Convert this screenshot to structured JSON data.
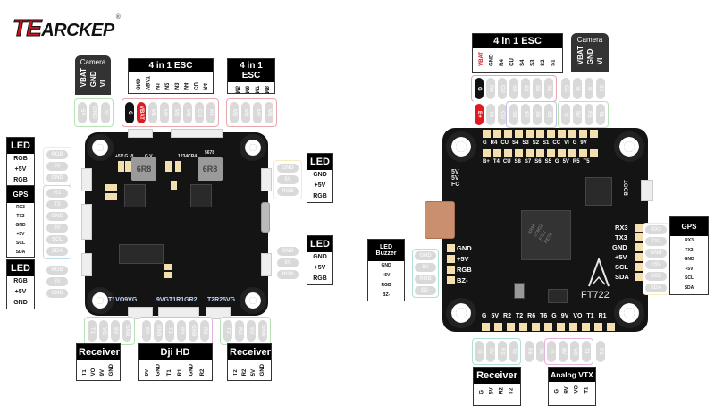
{
  "brand": {
    "logo_te": "TE",
    "logo_rest": "ARCKEP",
    "reg_mark": "®"
  },
  "left_board": {
    "camera": {
      "title": "Camera",
      "pins": [
        "VBAT",
        "GND",
        "VI"
      ]
    },
    "camera_pills": [
      "5V",
      "GND",
      "VI"
    ],
    "esc1": {
      "title": "4 in 1 ESC",
      "pins": [
        "GND",
        "VBAT",
        "M1",
        "M2",
        "M3",
        "M4",
        "CU",
        "R4"
      ]
    },
    "esc1_pills": [
      "G",
      "VBAT",
      "M1",
      "M2",
      "M3",
      "M4",
      "CU",
      "R4"
    ],
    "esc2": {
      "title": "4 in 1 ESC",
      "pins": [
        "M5",
        "M6",
        "M7",
        "M8"
      ]
    },
    "esc2_pills": [
      "M5",
      "M6",
      "M7",
      "M8"
    ],
    "led_top_left": {
      "title": "LED",
      "rows": [
        "RGB",
        "+5V",
        "RGB"
      ]
    },
    "led_top_left_pills": [
      "RGB",
      "5V",
      "GND"
    ],
    "gps": {
      "title": "GPS",
      "rows": [
        "RX3",
        "TX3",
        "GND",
        "+5V",
        "SCL",
        "SDA"
      ]
    },
    "gps_pills": [
      "R3",
      "T3",
      "GND",
      "5V",
      "SCL",
      "SDA"
    ],
    "led_bottom_left": {
      "title": "LED",
      "rows": [
        "RGB",
        "+5V",
        "GND"
      ]
    },
    "led_bottom_left_pills": [
      "RGB",
      "5V",
      "GND"
    ],
    "led_right_top": {
      "title": "LED",
      "rows": [
        "GND",
        "+5V",
        "RGB"
      ]
    },
    "led_right_top_pills": [
      "GND",
      "5V",
      "RGB"
    ],
    "led_right_bottom": {
      "title": "LED",
      "rows": [
        "GND",
        "+5V",
        "RGB"
      ]
    },
    "led_right_bottom_pills": [
      "GND",
      "5V",
      "RGB"
    ],
    "receiver1": {
      "title": "Receiver",
      "pins": [
        "T1",
        "VO",
        "9V",
        "GND"
      ]
    },
    "receiver1_pills": [
      "T1",
      "VO",
      "9V",
      "GND"
    ],
    "dji": {
      "title": "Dji HD",
      "pins": [
        "9V",
        "GND",
        "T1",
        "R1",
        "GND",
        "R2"
      ]
    },
    "dji_pills": [
      "9V",
      "GND",
      "T1",
      "R1",
      "GND",
      "R2"
    ],
    "receiver2": {
      "title": "Receiver",
      "pins": [
        "T2",
        "R2",
        "5V",
        "GND"
      ]
    },
    "receiver2_pills": [
      "T2",
      "R2",
      "5V",
      "GND"
    ],
    "silk": {
      "top_left": "+5V G VI",
      "top_mid": "G V",
      "top_right": "1234CR4",
      "top_far": "5678",
      "inductor": "6R8",
      "left_upper": [
        "RGB",
        "+5V",
        "GND"
      ],
      "left_mid": [
        "R3",
        "T3",
        "GND",
        "5V",
        "SCL",
        "SDA"
      ],
      "left_lower": [
        "RGB",
        "+5V",
        "GND"
      ],
      "right_lower": [
        "GND",
        "+5V",
        "RGB"
      ],
      "bottom": [
        "T1VO9VG",
        "9VGT1R1GR2",
        "T2R25VG"
      ]
    }
  },
  "right_board": {
    "esc": {
      "title": "4 in 1 ESC",
      "pins": [
        "VBAT",
        "GND",
        "R4",
        "CU",
        "S4",
        "S3",
        "S2",
        "S1"
      ]
    },
    "camera": {
      "title": "Camera",
      "pins": [
        "VBAT",
        "GND",
        "VI"
      ]
    },
    "top_pills_row1": [
      "G",
      "R4",
      "CU",
      "S4",
      "S3",
      "S2",
      "S1",
      "CC",
      "VI",
      "G",
      "9V"
    ],
    "top_pills_row2": [
      "B+",
      "T4",
      "CU",
      "S8",
      "S7",
      "S6",
      "S5",
      "G",
      "5V",
      "R5",
      "T5"
    ],
    "pad_labels_row1": [
      "G",
      "R4",
      "CU",
      "S4",
      "S3",
      "S2",
      "S1",
      "CC",
      "VI",
      "G",
      "9V"
    ],
    "pad_labels_row2": [
      "B+",
      "T4",
      "CU",
      "S8",
      "S7",
      "S6",
      "S5",
      "G",
      "5V",
      "R5",
      "T5"
    ],
    "usb_labels": [
      "5V",
      "5V",
      "FC"
    ],
    "boot_label": "BOOT",
    "mcu_text": [
      "ARM",
      "STM32",
      "F722",
      "RET6"
    ],
    "model": "FT722",
    "led_buzzer": {
      "title": "LED  Buzzer",
      "rows": [
        "GND",
        "+5V",
        "RGB",
        "BZ-"
      ]
    },
    "led_buzzer_pills": [
      "GND",
      "5V",
      "RGB",
      "BZ-"
    ],
    "led_buzzer_pads": [
      "GND",
      "+5V",
      "RGB",
      "BZ-"
    ],
    "gps": {
      "title": "GPS",
      "rows": [
        "RX3",
        "TX3",
        "GND",
        "+5V",
        "SCL",
        "SDA"
      ]
    },
    "gps_pills": [
      "RX3",
      "TX3",
      "GND",
      "+5V",
      "SCL",
      "SDA"
    ],
    "gps_pads": [
      "RX3",
      "TX3",
      "GND",
      "+5V",
      "SCL",
      "SDA"
    ],
    "bottom_pads": [
      "G",
      "5V",
      "R2",
      "T2",
      "R6",
      "T6",
      "G",
      "9V",
      "VO",
      "T1",
      "R1"
    ],
    "bottom_pills": [
      "G",
      "5V",
      "R2",
      "T2",
      "R6",
      "T6",
      "G",
      "9V",
      "VO",
      "T1",
      "R1"
    ],
    "receiver": {
      "title": "Receiver",
      "pins": [
        "G",
        "5V",
        "R2",
        "T2"
      ]
    },
    "vtx": {
      "title": "Analog VTX",
      "pins": [
        "G",
        "9V",
        "VO",
        "T1"
      ]
    }
  },
  "colors": {
    "brand_red": "#d0121b",
    "board": "#141414",
    "pad_gold": "#f3dfb0",
    "pill_gray": "#d9d9d9",
    "vbat_red": "#e0181f"
  }
}
